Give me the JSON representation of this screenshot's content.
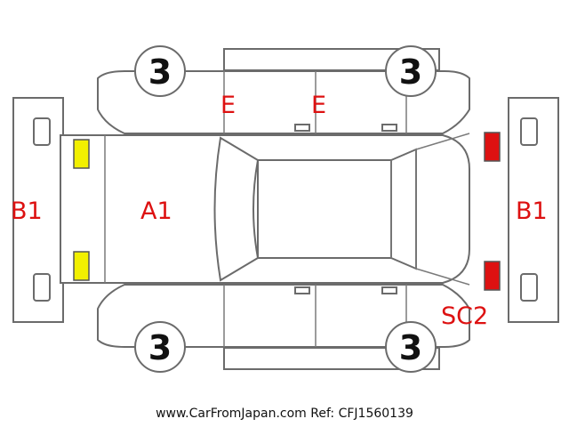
{
  "colors": {
    "marker_red": "#dd1111",
    "marker_yellow": "#f2f000",
    "outline": "#6b6b6b",
    "text_dark": "#111111"
  },
  "labels": {
    "rear_bumper": "B1",
    "front_bumper": "B1",
    "hood": "A1",
    "door_left_front": "E",
    "door_left_rear": "E",
    "side_right_front": "SC2"
  },
  "wheels": {
    "front_left": "3",
    "rear_left": "3",
    "front_right": "3",
    "rear_right": "3"
  },
  "lights": {
    "front": "yellow",
    "rear": "red"
  },
  "footer": {
    "site": "www.CarFromJapan.com",
    "ref": "Ref: CFJ1560139"
  }
}
